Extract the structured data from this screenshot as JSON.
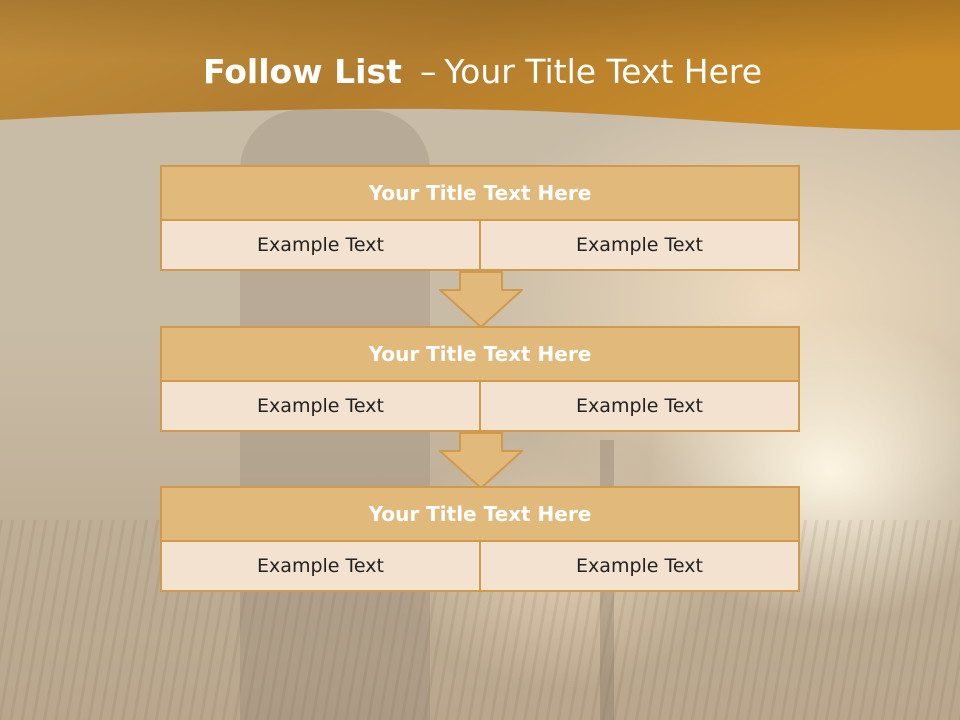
{
  "slide": {
    "title_main": "Follow List",
    "title_sep": "–",
    "title_sub": "Your Title Text Here",
    "accent_color": "#c8923d",
    "panel_color": "#e1b97b",
    "cell_color": "#f3e2d0"
  },
  "blocks": [
    {
      "title": "Your Title Text Here",
      "left_text": "Example Text",
      "right_text": "Example Text"
    },
    {
      "title": "Your Title Text Here",
      "left_text": "Example Text",
      "right_text": "Example Text"
    },
    {
      "title": "Your Title Text Here",
      "left_text": "Example Text",
      "right_text": "Example Text"
    }
  ],
  "icons": [
    "down-arrow-icon",
    "down-arrow-icon"
  ]
}
